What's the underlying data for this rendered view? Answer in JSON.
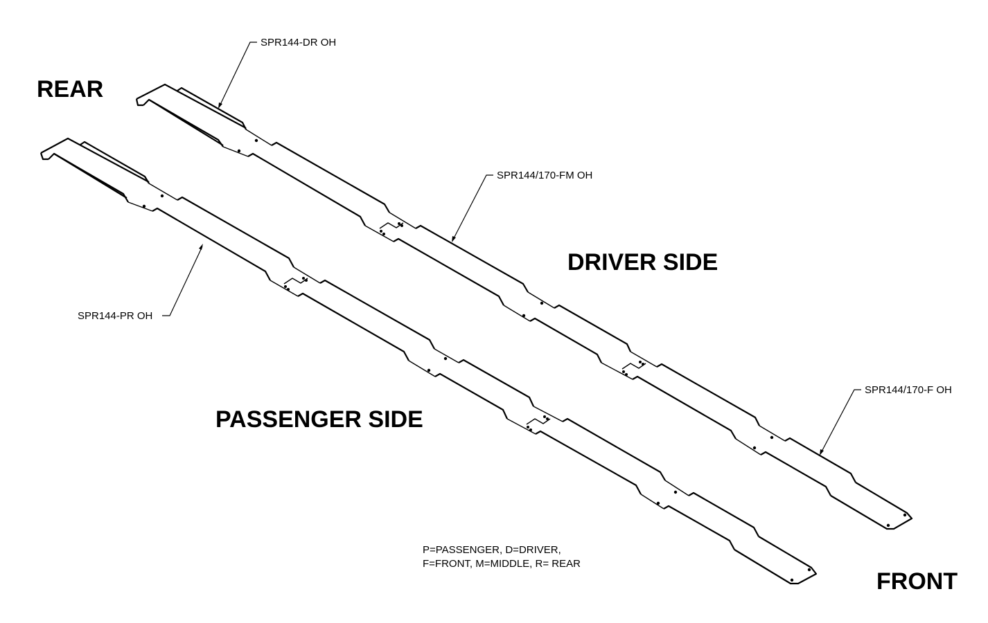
{
  "labels": {
    "rear": "REAR",
    "front": "FRONT",
    "driver_side": "DRIVER SIDE",
    "passenger_side": "PASSENGER SIDE"
  },
  "callouts": {
    "driver_rear": "SPR144-DR OH",
    "front_middle": "SPR144/170-FM OH",
    "passenger_rear": "SPR144-PR OH",
    "front": "SPR144/170-F OH"
  },
  "legend": {
    "line1": "P=PASSENGER, D=DRIVER,",
    "line2": "F=FRONT, M=MIDDLE, R= REAR"
  }
}
